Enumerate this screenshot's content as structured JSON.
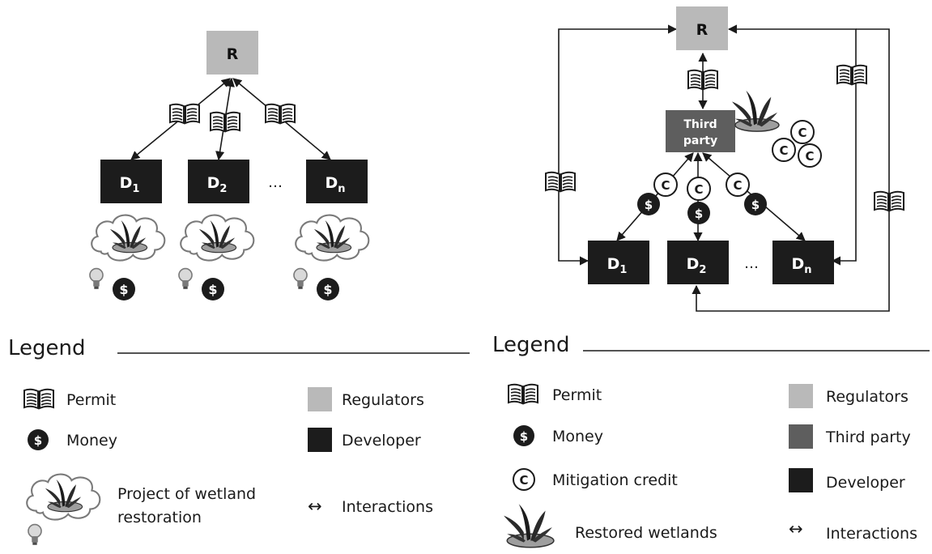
{
  "left_diagram": {
    "regulator": "R",
    "developers": [
      {
        "label": "D",
        "sub": "1"
      },
      {
        "label": "D",
        "sub": "2"
      },
      {
        "label": "D",
        "sub": "n"
      }
    ],
    "ellipsis": "…"
  },
  "right_diagram": {
    "regulator": "R",
    "third_party_lines": [
      "Third",
      "party"
    ],
    "developers": [
      {
        "label": "D",
        "sub": "1"
      },
      {
        "label": "D",
        "sub": "2"
      },
      {
        "label": "D",
        "sub": "n"
      }
    ],
    "ellipsis": "…"
  },
  "left_legend": {
    "title": "Legend",
    "permit": "Permit",
    "money": "Money",
    "project_line1": "Project of wetland",
    "project_line2": "restoration",
    "regulators": "Regulators",
    "developer": "Developer",
    "interactions": "Interactions"
  },
  "right_legend": {
    "title": "Legend",
    "permit": "Permit",
    "money": "Money",
    "credit": "Mitigation credit",
    "restored": "Restored wetlands",
    "regulators": "Regulators",
    "third_party": "Third party",
    "developer": "Developer",
    "interactions": "Interactions"
  },
  "symbols": {
    "money": "$",
    "credit": "C",
    "arrows": "↔"
  },
  "colors": {
    "regulator": "#b9b9b9",
    "third_party": "#5e5e5e",
    "developer": "#1c1c1c",
    "edge": "#1a1a1a"
  },
  "icons": [
    "permit-book-icon",
    "money-coin-icon",
    "mitigation-credit-icon",
    "wetland-plant-icon",
    "thought-cloud-icon",
    "lightbulb-icon"
  ]
}
